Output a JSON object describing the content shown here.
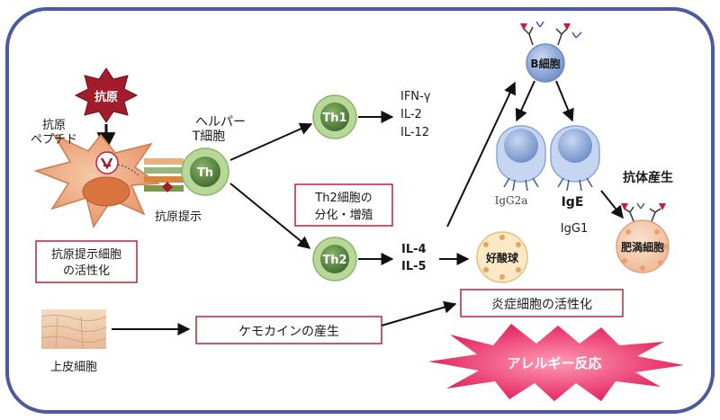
{
  "antigen": "抗原",
  "antigen_peptide": [
    "抗原",
    "ペプチド"
  ],
  "helper_t": [
    "ヘルパー",
    "T細胞"
  ],
  "th": "Th",
  "antigen_presentation": "抗原提示",
  "apc_activation": [
    "抗原提示細胞",
    "の活性化"
  ],
  "th1": "Th1",
  "th1_cytokines": [
    "IFN-γ",
    "IL-2",
    "IL-12"
  ],
  "th2_box": [
    "Th2細胞の",
    "分化・増殖"
  ],
  "th2": "Th2",
  "th2_cytokines": [
    "IL-4",
    "IL-5"
  ],
  "b_cell": "B細胞",
  "igg2a": "IgG2a",
  "ige": "IgE",
  "igg1": "IgG1",
  "antibody_production": "抗体産生",
  "eosinophil": "好酸球",
  "mast_cell": "肥満細胞",
  "inflammatory_activation": "炎症細胞の活性化",
  "epithelial_cell": "上皮細胞",
  "chemokine_production": "ケモカインの産生",
  "allergic_reaction": "アレルギー反応",
  "colors": {
    "frame": "#4a5a9c",
    "box_border": "#c0203a",
    "th_outer": "#a9cf8a",
    "th_inner": "#4f7a3a",
    "b_cell": "#8aa6d6",
    "apc": "#e8a27a",
    "burst": "#e8145a",
    "mast_cell": "#f3c2a0"
  }
}
